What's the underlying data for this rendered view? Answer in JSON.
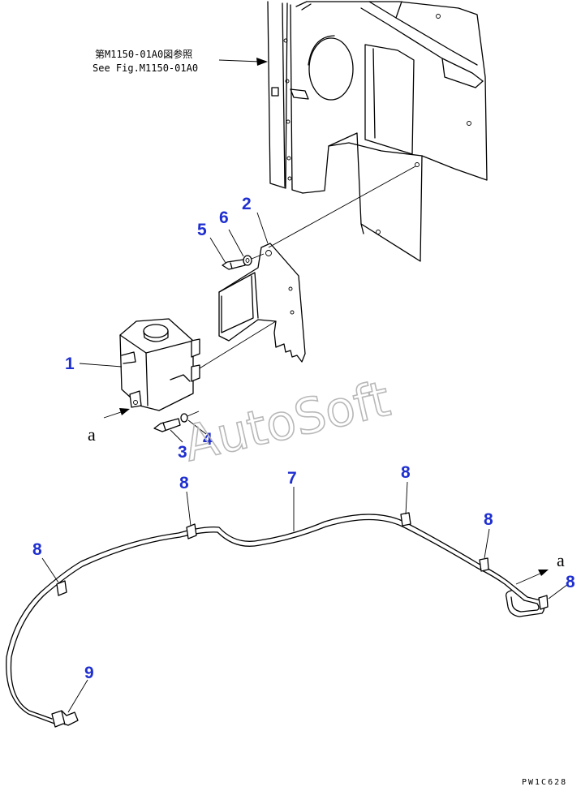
{
  "reference_note": {
    "line_jp": "第M1150-01A0図参照",
    "line_en": "See Fig.M1150-01A0"
  },
  "watermark": "AutoSoft",
  "drawing_code": "PW1C628",
  "view_letters": {
    "left": "a",
    "right": "a"
  },
  "callouts": [
    {
      "id": "1",
      "part": "washer tank"
    },
    {
      "id": "2",
      "part": "bracket"
    },
    {
      "id": "3",
      "part": "bolt"
    },
    {
      "id": "4",
      "part": "washer"
    },
    {
      "id": "5",
      "part": "bolt"
    },
    {
      "id": "6",
      "part": "washer"
    },
    {
      "id": "7",
      "part": "hose"
    },
    {
      "id": "8",
      "part": "clip"
    },
    {
      "id": "9",
      "part": "joint"
    }
  ],
  "colors": {
    "callout": "#1f2fd0",
    "line": "#000000",
    "watermark": "#b8b8b8"
  }
}
